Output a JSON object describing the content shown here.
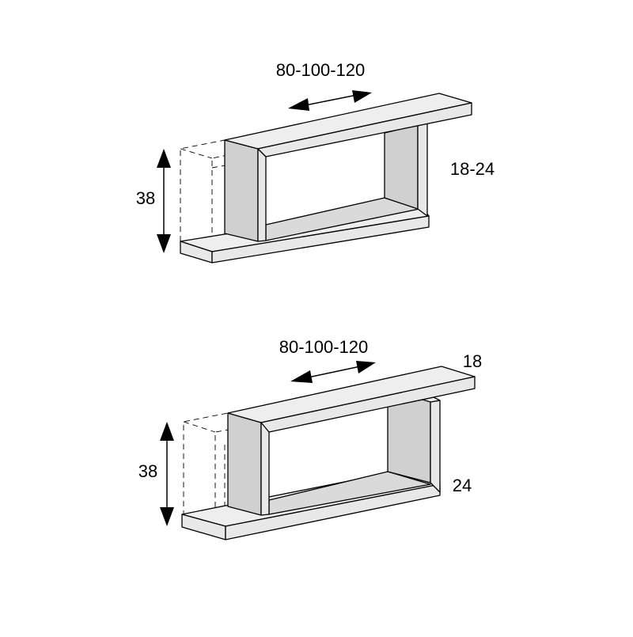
{
  "diagram": {
    "top_view": {
      "width_label": "80-100-120",
      "height_label": "38",
      "depth_label": "18-24"
    },
    "bottom_view": {
      "width_label": "80-100-120",
      "height_label": "38",
      "top_depth_label": "18",
      "bottom_depth_label": "24"
    }
  }
}
